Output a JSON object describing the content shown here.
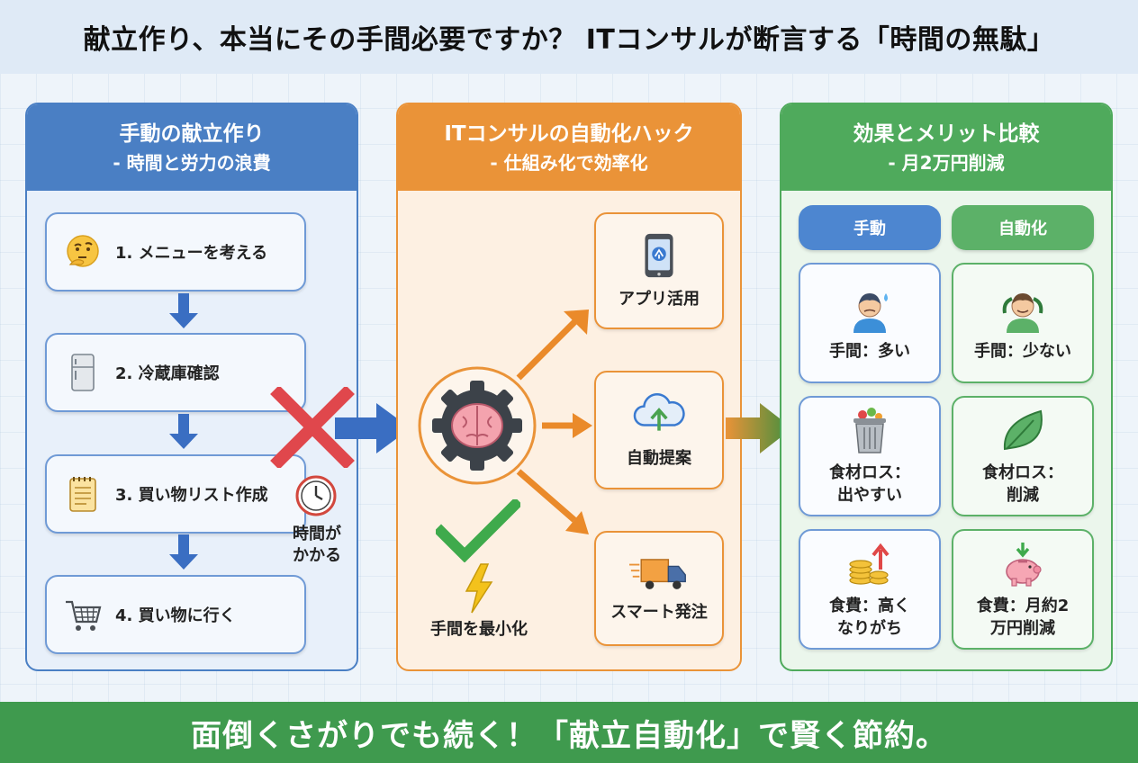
{
  "title": "献立作り、本当にその手間必要ですか？ ITコンサルが断言する「時間の無駄」",
  "footer": "面倒くさがりでも続く！「献立自動化」で賢く節約。",
  "manual": {
    "title": "手動の献立作り",
    "subtitle": "- 時間と労力の浪費",
    "steps": [
      {
        "label": "1. メニューを考える",
        "icon": "thinking-face-icon"
      },
      {
        "label": "2. 冷蔵庫確認",
        "icon": "refrigerator-icon"
      },
      {
        "label": "3. 買い物リスト作成",
        "icon": "notepad-icon"
      },
      {
        "label": "4. 買い物に行く",
        "icon": "shopping-cart-icon"
      }
    ],
    "clock_note_line1": "時間が",
    "clock_note_line2": "かかる"
  },
  "auto": {
    "title": "ITコンサルの自動化ハック",
    "subtitle": "- 仕組み化で効率化",
    "items": [
      {
        "label": "アプリ活用",
        "icon": "smartphone-app-icon"
      },
      {
        "label": "自動提案",
        "icon": "cloud-upload-icon"
      },
      {
        "label": "スマート発注",
        "icon": "delivery-truck-icon"
      }
    ],
    "minimize_label": "手間を最小化"
  },
  "result": {
    "title": "効果とメリット比較",
    "subtitle": "- 月2万円削減",
    "col_manual": "手動",
    "col_auto": "自動化",
    "rows": [
      {
        "manual_line1": "手間：多い",
        "manual_line2": "",
        "auto_line1": "手間：少ない",
        "auto_line2": ""
      },
      {
        "manual_line1": "食材ロス：",
        "manual_line2": "出やすい",
        "auto_line1": "食材ロス：",
        "auto_line2": "削減"
      },
      {
        "manual_line1": "食費：高く",
        "manual_line2": "なりがち",
        "auto_line1": "食費：月約2",
        "auto_line2": "万円削減"
      }
    ]
  },
  "colors": {
    "manual_blue": "#4a7fc4",
    "auto_orange": "#ea9338",
    "result_green": "#4faa5c",
    "footer_green": "#3f9a4e",
    "cross_red": "#e0474c",
    "check_green": "#3faa4c"
  }
}
